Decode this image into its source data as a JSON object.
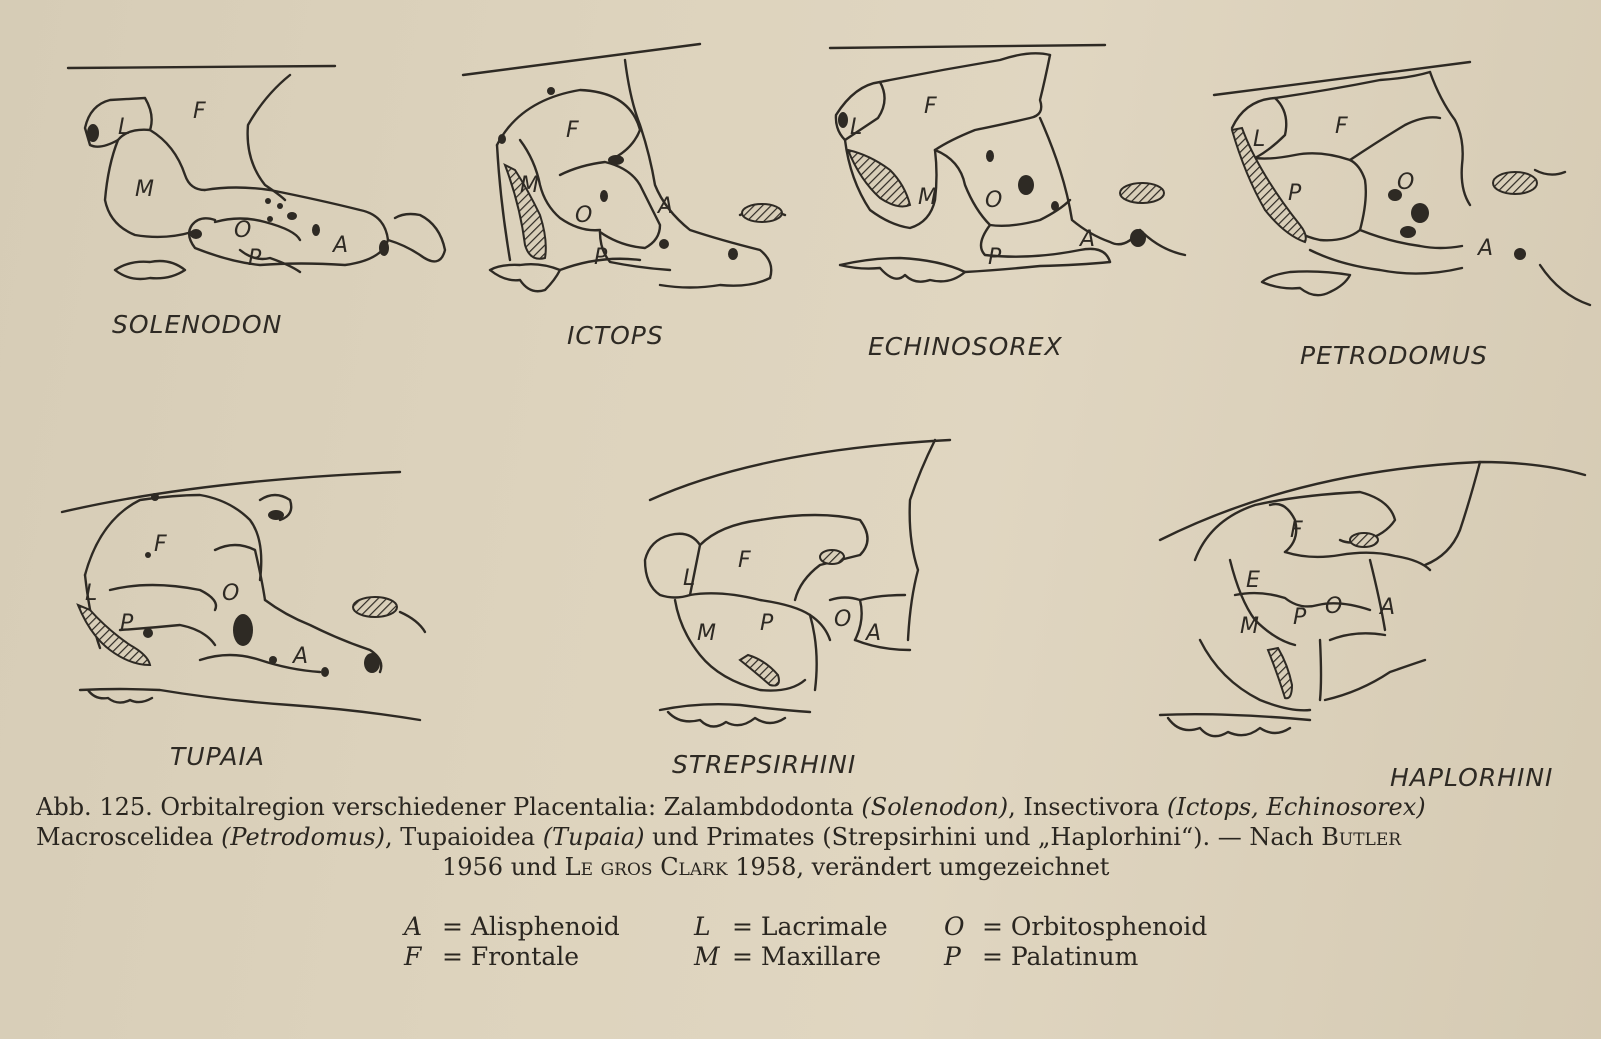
{
  "figure_labels": {
    "solenodon": "SOLENODON",
    "ictops": "ICTOPS",
    "echinosorex": "ECHINOSOREX",
    "petrodomus": "PETRODOMUS",
    "tupaia": "TUPAIA",
    "strepsirhini": "STREPSIRHINI",
    "haplorhini": "HAPLORHINI"
  },
  "bone_letters": {
    "L": "L",
    "F": "F",
    "M": "M",
    "O": "O",
    "A": "A",
    "P": "P",
    "E": "E"
  },
  "caption": {
    "line1_a": "Abb. 125. Orbitalregion verschiedener Placentalia: Zalambdodonta ",
    "line1_b": "(Solenodon)",
    "line1_c": ", Insectivora ",
    "line1_d": "(Ictops, Echinosorex)",
    "line2_a": "Macroscelidea ",
    "line2_b": "(Petrodomus)",
    "line2_c": ", Tupaioidea ",
    "line2_d": "(Tupaia)",
    "line2_e": " und Primates (Strepsirhini und „Haplorhini“). — Nach ",
    "line2_f": "Butler",
    "line3_a": "1956 und ",
    "line3_b": "Le gros Clark",
    "line3_c": " 1958, verändert umgezeichnet"
  },
  "legend": [
    {
      "key": "A",
      "eq": " = ",
      "value": "Alisphenoid"
    },
    {
      "key": "F",
      "eq": " = ",
      "value": "Frontale"
    },
    {
      "key": "L",
      "eq": " = ",
      "value": "Lacrimale"
    },
    {
      "key": "M",
      "eq": " = ",
      "value": "Maxillare"
    },
    {
      "key": "O",
      "eq": " = ",
      "value": "Orbitosphenoid"
    },
    {
      "key": "P",
      "eq": " = ",
      "value": "Palatinum"
    }
  ]
}
